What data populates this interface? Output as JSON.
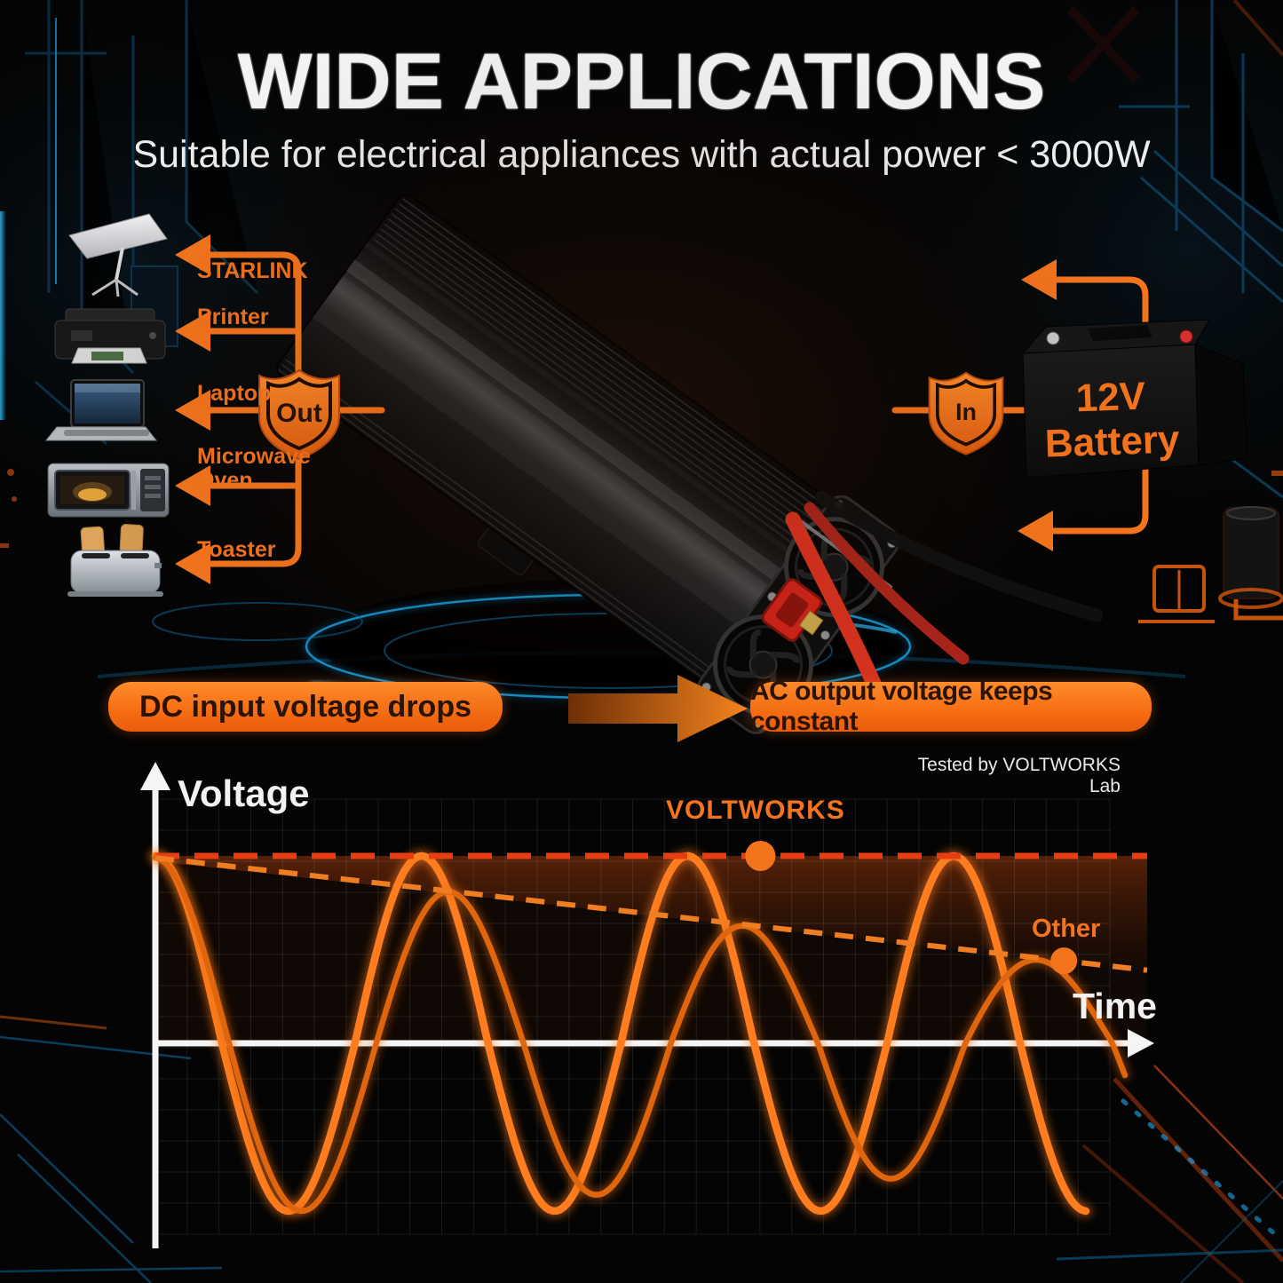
{
  "header": {
    "title": "WIDE APPLICATIONS",
    "subtitle": "Suitable for electrical appliances with actual power < 3000W"
  },
  "colors": {
    "accent_orange": "#f4741d",
    "banner_orange": "#f76f14",
    "banner_text": "#2a1302",
    "badge_text": "#241102",
    "wave_voltworks": "#ff7d1f",
    "wave_other": "#e0660e",
    "envelope_top_dash": "#e63d12",
    "envelope_decay_dash": "#ef7d22",
    "neon_blue": "#15a0e0",
    "title_white": "#f3f3f3"
  },
  "output_flow": {
    "badge_label": "Out",
    "appliances": [
      {
        "label": "STARLINK",
        "icon": "starlink-dish-icon"
      },
      {
        "label": "Printer",
        "icon": "printer-icon"
      },
      {
        "label": "Laptop",
        "icon": "laptop-icon"
      },
      {
        "label": "Microwave Oven",
        "icon": "microwave-icon"
      },
      {
        "label": "Toaster",
        "icon": "toaster-icon"
      }
    ]
  },
  "input_flow": {
    "badge_label": "In",
    "battery": {
      "line1": "12V",
      "line2": "Battery"
    }
  },
  "comparison": {
    "left_banner": "DC input voltage drops",
    "right_banner": "AC output voltage keeps constant",
    "tested_by": "Tested by VOLTWORKS Lab"
  },
  "chart_data": {
    "type": "line",
    "title": "",
    "xlabel": "Time",
    "ylabel": "Voltage",
    "x_axis": {
      "label": "Time",
      "ticks": [],
      "range_norm": [
        0,
        1
      ]
    },
    "y_axis": {
      "label": "Voltage",
      "ticks": [],
      "zero_line": "time axis"
    },
    "grid": true,
    "series": [
      {
        "name": "VOLTWORKS",
        "waveform": "sine",
        "amplitude_start": 1.0,
        "amplitude_end": 1.0,
        "amplitude_end_bottom": 1.0,
        "cycles": 3.5,
        "x_span_norm": [
          0.0,
          0.939
        ],
        "color": "#ff7d1f",
        "envelope_color": "#e63d12",
        "dot_norm_x": 0.61,
        "description": "AC output amplitude stays constant while DC input drops"
      },
      {
        "name": "Other",
        "waveform": "sine",
        "amplitude_start": 0.99,
        "amplitude_end": 0.39,
        "amplitude_end_bottom": 0.69,
        "cycles": 3.3,
        "x_span_norm": [
          0.0,
          0.98
        ],
        "color": "#e0660e",
        "envelope_color": "#ef7d22",
        "dot_norm_x": 0.916,
        "description": "competitor output amplitude decays over time"
      }
    ],
    "envelopes": [
      {
        "series": "VOLTWORKS",
        "style": "dashed",
        "shape": "constant peak level"
      },
      {
        "series": "Other",
        "style": "dashed",
        "shape": "linearly decaying peak level"
      }
    ],
    "annotations": [
      "VOLTWORKS",
      "Other"
    ],
    "legend_position": "inline labels with dots on envelopes"
  }
}
